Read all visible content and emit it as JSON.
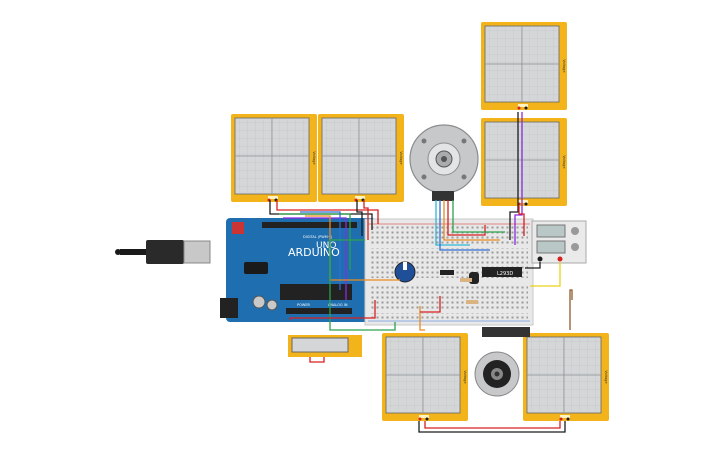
{
  "board": {
    "brand": "ARDUINO",
    "model": "UNO",
    "digital_label": "DIGITAL (PWM~)",
    "power_label": "POWER",
    "analog_label": "ANALOG IN"
  },
  "motor_driver": {
    "label": "L293D"
  },
  "oscilloscope": {
    "label": "Voltage"
  },
  "colors": {
    "scope_frame": "#f2b31b",
    "scope_screen": "#d4d6d8",
    "arduino_blue": "#1f6fb0",
    "breadboard": "#e8e8e8",
    "wire_red": "#d62020",
    "wire_black": "#1c1c1c",
    "wire_green": "#2aa34a",
    "wire_blue": "#2e6fd6",
    "wire_purple": "#8a2be2",
    "wire_cyan": "#2fb6d6",
    "wire_orange": "#e98a1f",
    "wire_yellow": "#e9d21b",
    "wire_brown": "#8b5a2b"
  },
  "components": [
    "arduino-uno",
    "breadboard",
    "usb-cable",
    "potentiometer",
    "dc-motor",
    "stepper-motor",
    "l293d-driver",
    "power-supply",
    "oscilloscope-1",
    "oscilloscope-2",
    "oscilloscope-3",
    "oscilloscope-4",
    "oscilloscope-5",
    "oscilloscope-6",
    "multimeter"
  ]
}
